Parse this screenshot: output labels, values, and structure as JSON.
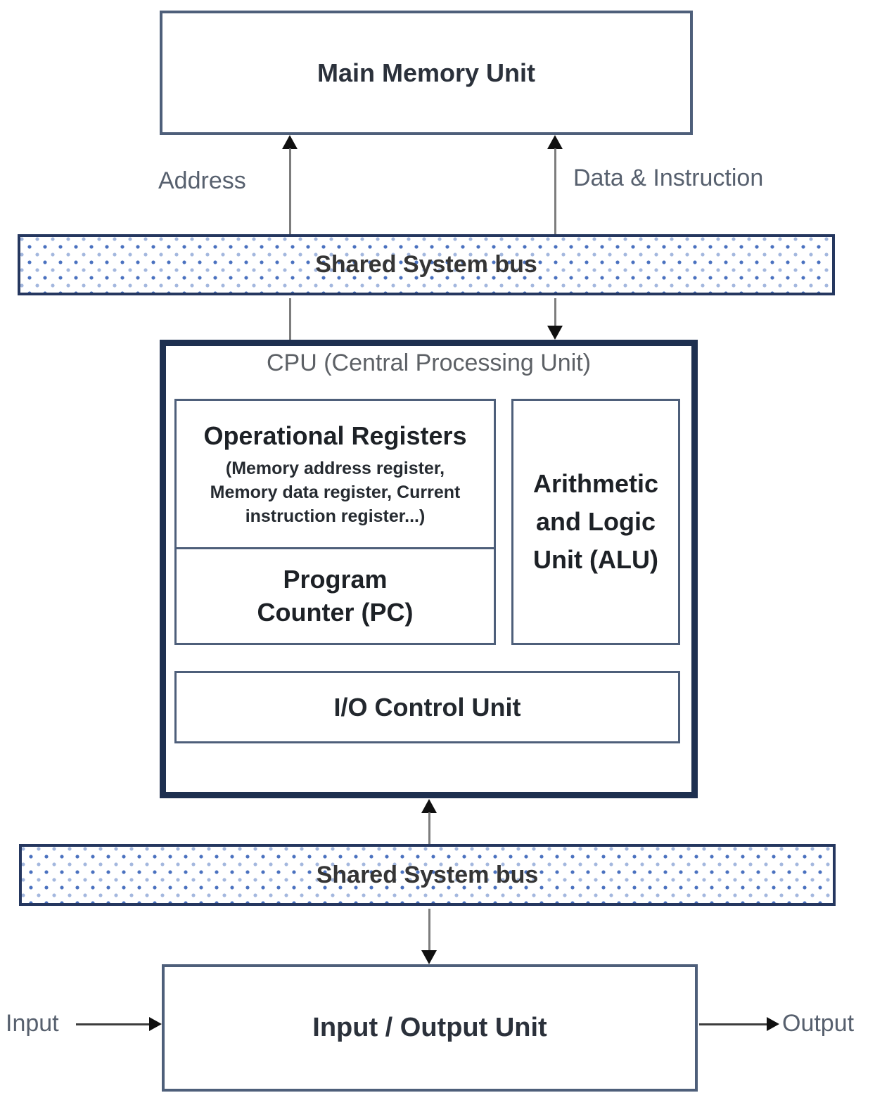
{
  "nodes": {
    "main_memory": "Main Memory Unit",
    "bus_top": "Shared System bus",
    "bus_bottom": "Shared System bus",
    "cpu_title": "CPU (Central Processing Unit)",
    "operational_registers_title": "Operational Registers",
    "operational_registers_detail": "(Memory address register, Memory data register, Current instruction register...)",
    "program_counter": "Program Counter (PC)",
    "alu": "Arithmetic and Logic Unit (ALU)",
    "io_control": "I/O Control Unit",
    "io_unit": "Input / Output Unit"
  },
  "edge_labels": {
    "address": "Address",
    "data_instruction": "Data & Instruction",
    "input": "Input",
    "output": "Output"
  },
  "colors": {
    "cpu_border_navy": "#1e3050",
    "bus_border_navy": "#25375f",
    "box_border_slate": "#4e5f7a",
    "bus_dot_strong": "#4a71bf",
    "bus_dot_light": "#a3b7de",
    "label_gray": "#57606e",
    "title_dark": "#1d2126",
    "arrow_line_gray": "#7d7d7d",
    "arrow_head_black": "#101010"
  }
}
